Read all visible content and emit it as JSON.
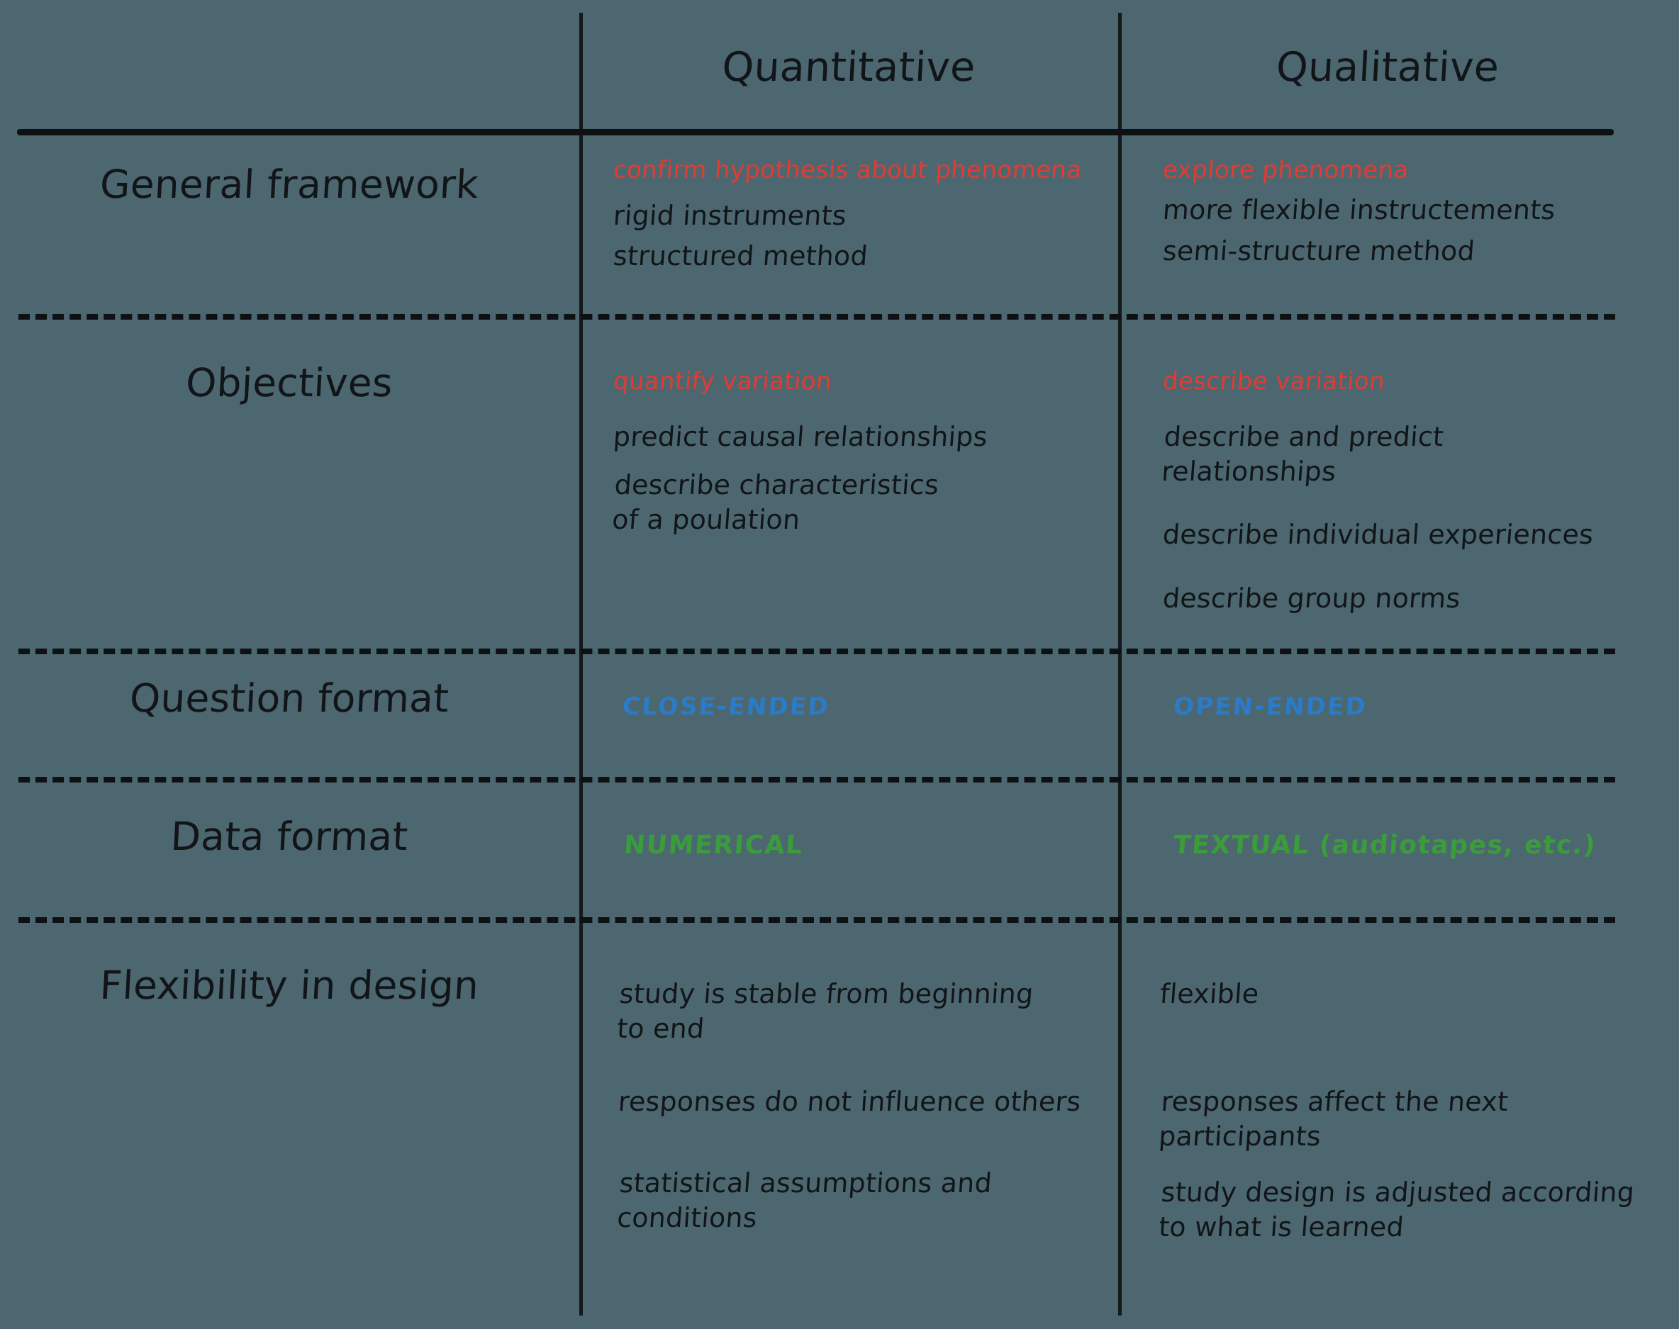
{
  "table": {
    "columns": [
      {
        "key": "row_label",
        "label": ""
      },
      {
        "key": "quantitative",
        "label": "Quantitative"
      },
      {
        "key": "qualitative",
        "label": "Qualitative"
      }
    ],
    "colors": {
      "background": "#4d6771",
      "ink": "#111517",
      "accent_red": "#e23b32",
      "accent_blue": "#2a7bc8",
      "accent_green": "#3a9c3a"
    },
    "rows": [
      {
        "label": "General framework",
        "quantitative": {
          "highlight": "confirm hypothesis about phenomena",
          "highlight_color": "red",
          "items": [
            "rigid instruments",
            "structured method"
          ]
        },
        "qualitative": {
          "highlight": "explore phenomena",
          "highlight_color": "red",
          "items": [
            "more flexible instructements",
            "semi-structure method"
          ]
        }
      },
      {
        "label": "Objectives",
        "quantitative": {
          "highlight": "quantify variation",
          "highlight_color": "red",
          "items": [
            "predict causal relationships",
            "describe characteristics\nof a poulation"
          ]
        },
        "qualitative": {
          "highlight": "describe variation",
          "highlight_color": "red",
          "items": [
            "describe and predict\nrelationships",
            "describe individual experiences",
            "describe group norms"
          ]
        }
      },
      {
        "label": "Question format",
        "quantitative": {
          "highlight": "CLOSE-ENDED",
          "highlight_color": "blue",
          "items": []
        },
        "qualitative": {
          "highlight": "OPEN-ENDED",
          "highlight_color": "blue",
          "items": []
        }
      },
      {
        "label": "Data format",
        "quantitative": {
          "highlight": "NUMERICAL",
          "highlight_color": "green",
          "items": []
        },
        "qualitative": {
          "highlight": "TEXTUAL (audiotapes, etc.)",
          "highlight_color": "green",
          "items": []
        }
      },
      {
        "label": "Flexibility in design",
        "quantitative": {
          "highlight": "",
          "highlight_color": "none",
          "items": [
            "study is stable from beginning\nto end",
            "responses do not influence others",
            "statistical assumptions and\nconditions"
          ]
        },
        "qualitative": {
          "highlight": "",
          "highlight_color": "none",
          "items": [
            "flexible",
            "responses affect the next\nparticipants",
            "study design is adjusted according\nto what is learned"
          ]
        }
      }
    ]
  }
}
